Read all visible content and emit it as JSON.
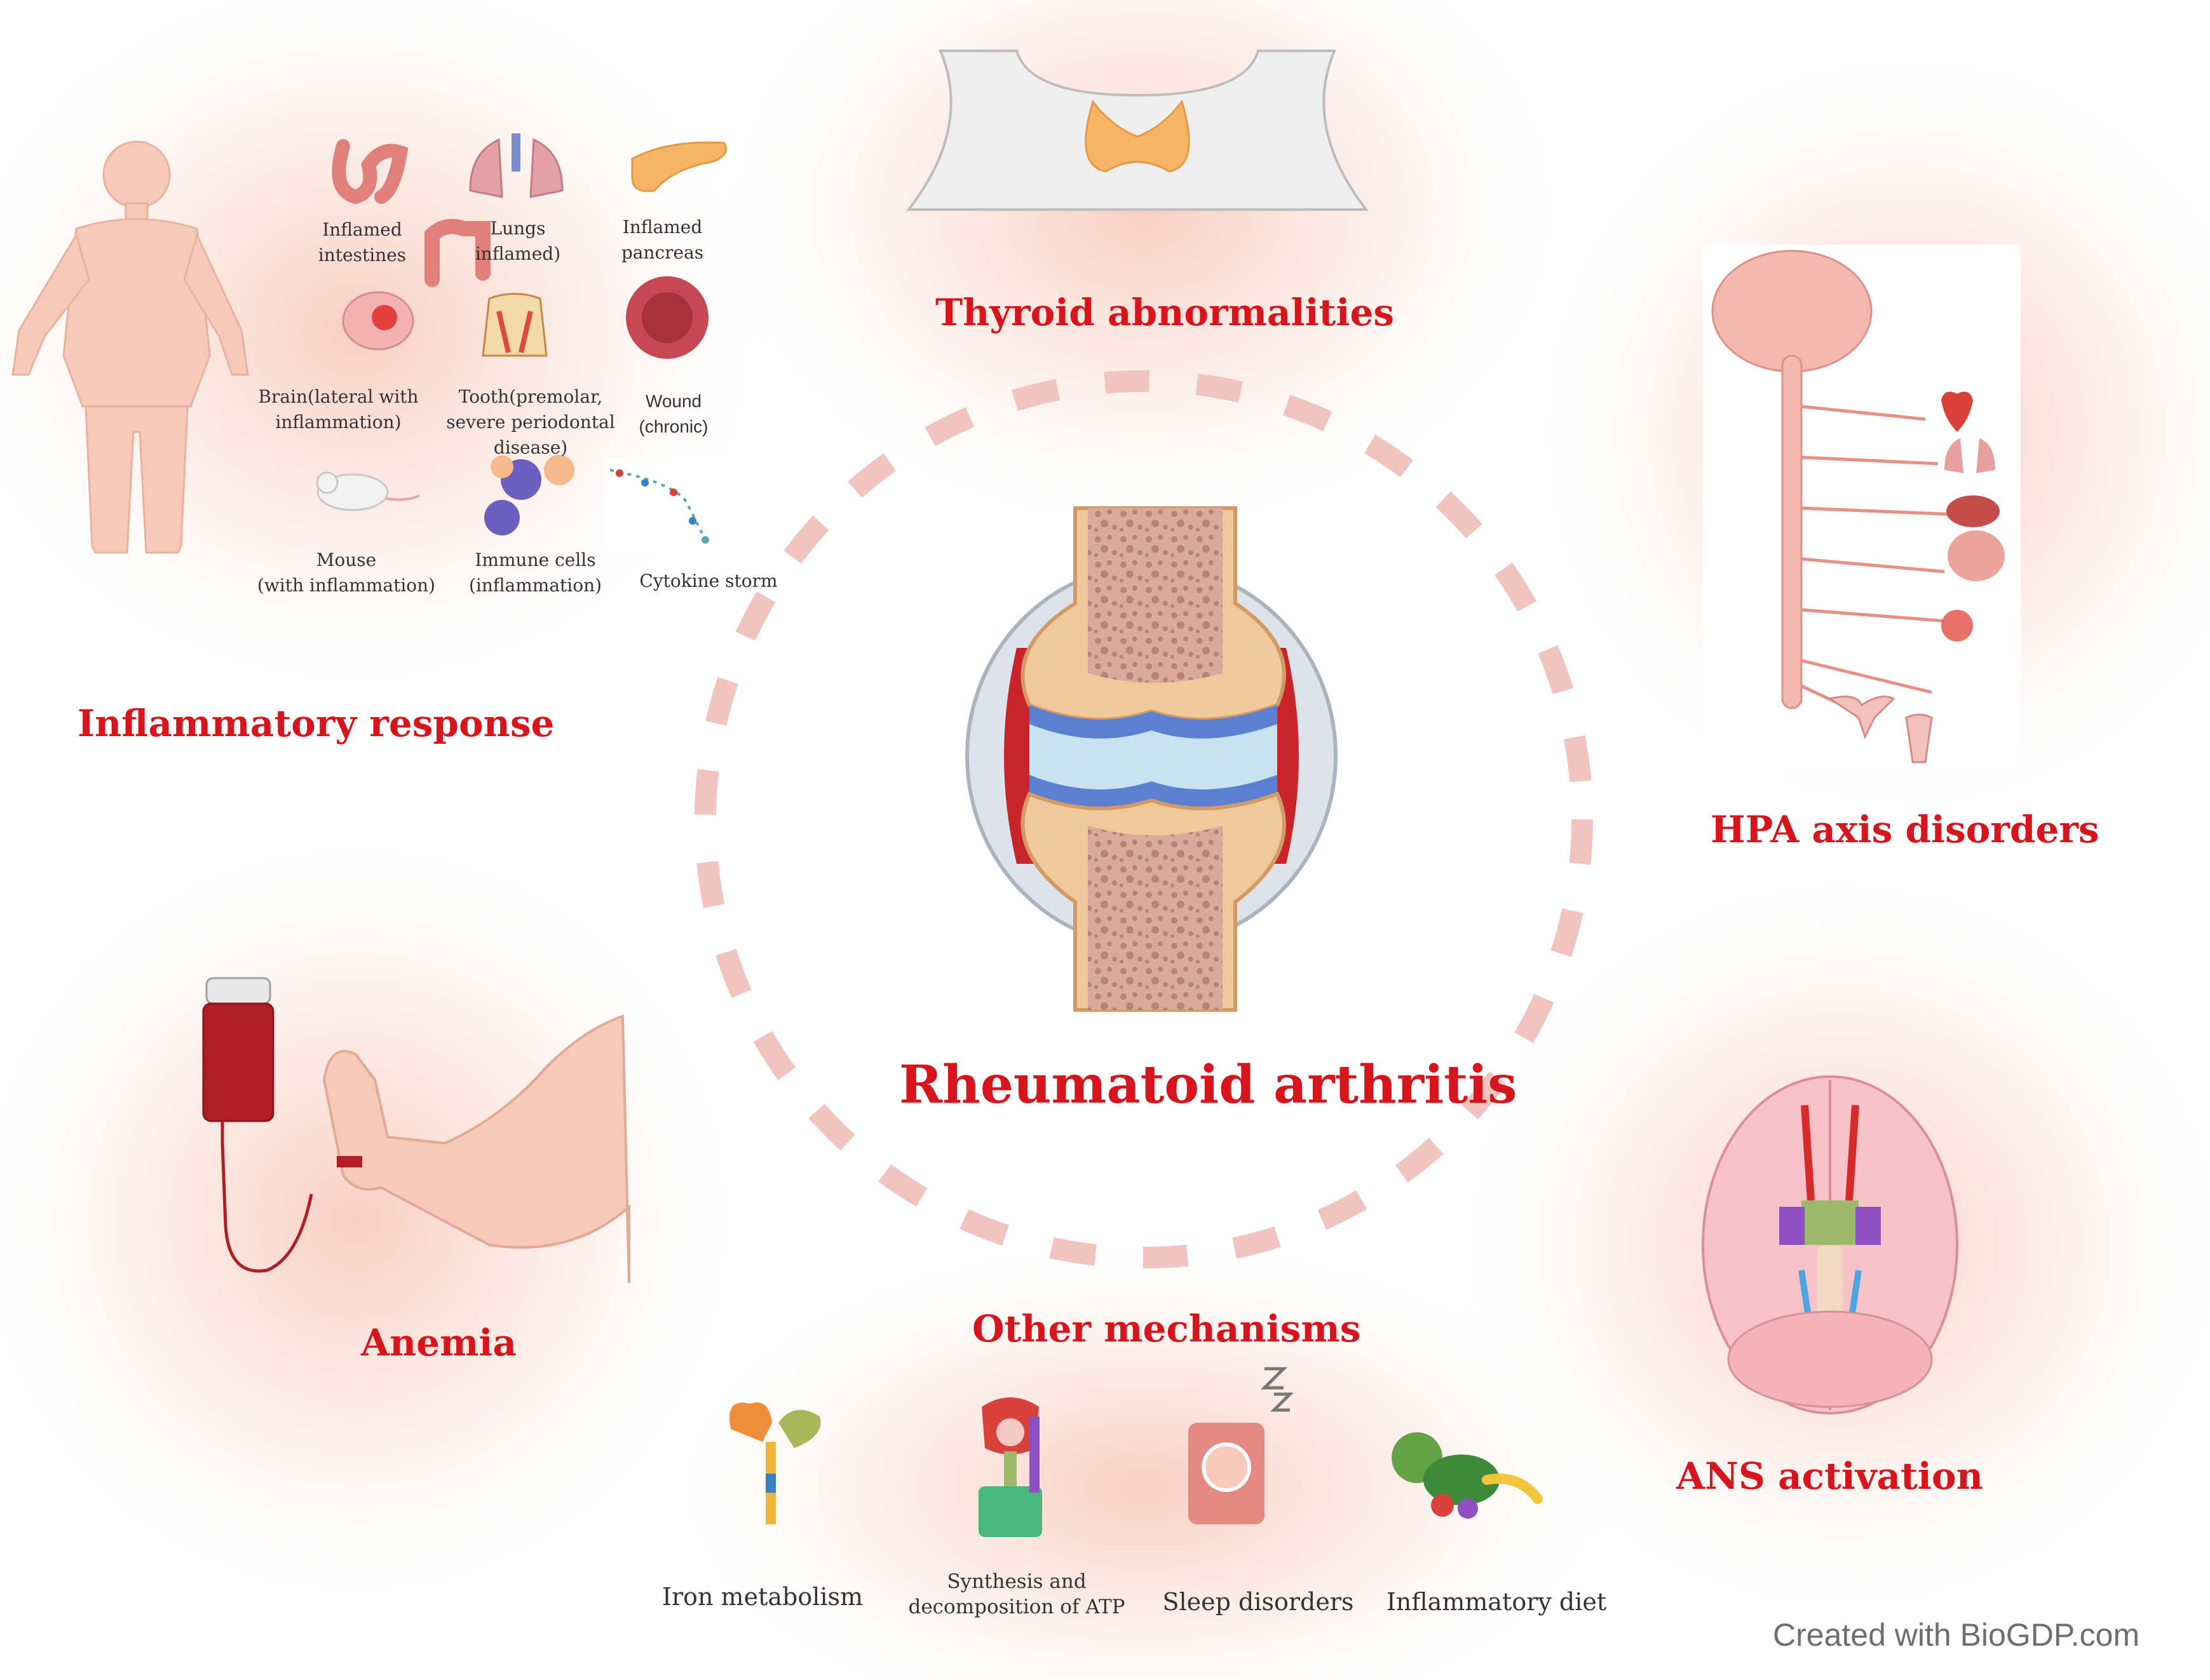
{
  "center": {
    "title": "Rheumatoid arthritis"
  },
  "sections": {
    "inflammatory": {
      "title": "Inflammatory response",
      "items": [
        {
          "icon": "inflamed-intestines-icon",
          "label": [
            "Inflamed",
            "intestines"
          ]
        },
        {
          "icon": "lungs-icon",
          "label": [
            "Lungs",
            "inflamed)"
          ]
        },
        {
          "icon": "pancreas-icon",
          "label": [
            "Inflamed",
            "pancreas"
          ]
        },
        {
          "icon": "brain-inflammation-icon",
          "label": [
            "Brain(lateral with",
            "inflammation)"
          ]
        },
        {
          "icon": "tooth-icon",
          "label": [
            "Tooth(premolar,",
            "severe periodontal",
            "disease)"
          ]
        },
        {
          "icon": "wound-icon",
          "label": [
            "Wound",
            "(chronic)"
          ]
        },
        {
          "icon": "mouse-icon",
          "label": [
            "Mouse",
            "(with inflammation)"
          ]
        },
        {
          "icon": "immune-cells-icon",
          "label": [
            "Immune cells",
            "(inflammation)"
          ]
        },
        {
          "icon": "cytokine-storm-icon",
          "label": [
            "Cytokine storm"
          ]
        }
      ]
    },
    "thyroid": {
      "title": "Thyroid abnormalities"
    },
    "hpa": {
      "title": "HPA axis disorders"
    },
    "ans": {
      "title": "ANS activation"
    },
    "anemia": {
      "title": "Anemia"
    },
    "other": {
      "title": "Other mechanisms",
      "items": [
        {
          "icon": "iron-metabolism-icon",
          "label": [
            "Iron metabolism"
          ]
        },
        {
          "icon": "atp-synthase-icon",
          "label": [
            "Synthesis and",
            "decomposition of ATP"
          ]
        },
        {
          "icon": "sleep-disorders-icon",
          "label": [
            "Sleep disorders"
          ]
        },
        {
          "icon": "inflammatory-diet-icon",
          "label": [
            "Inflammatory diet"
          ]
        }
      ]
    }
  },
  "credit": "Created with BioGDP.com",
  "colors": {
    "title_red": "#d8151c",
    "dash_pink": "#f2c4c0",
    "bone": "#f0c99a",
    "cartilage": "#b8d8ee",
    "synovium": "#c8242a"
  }
}
